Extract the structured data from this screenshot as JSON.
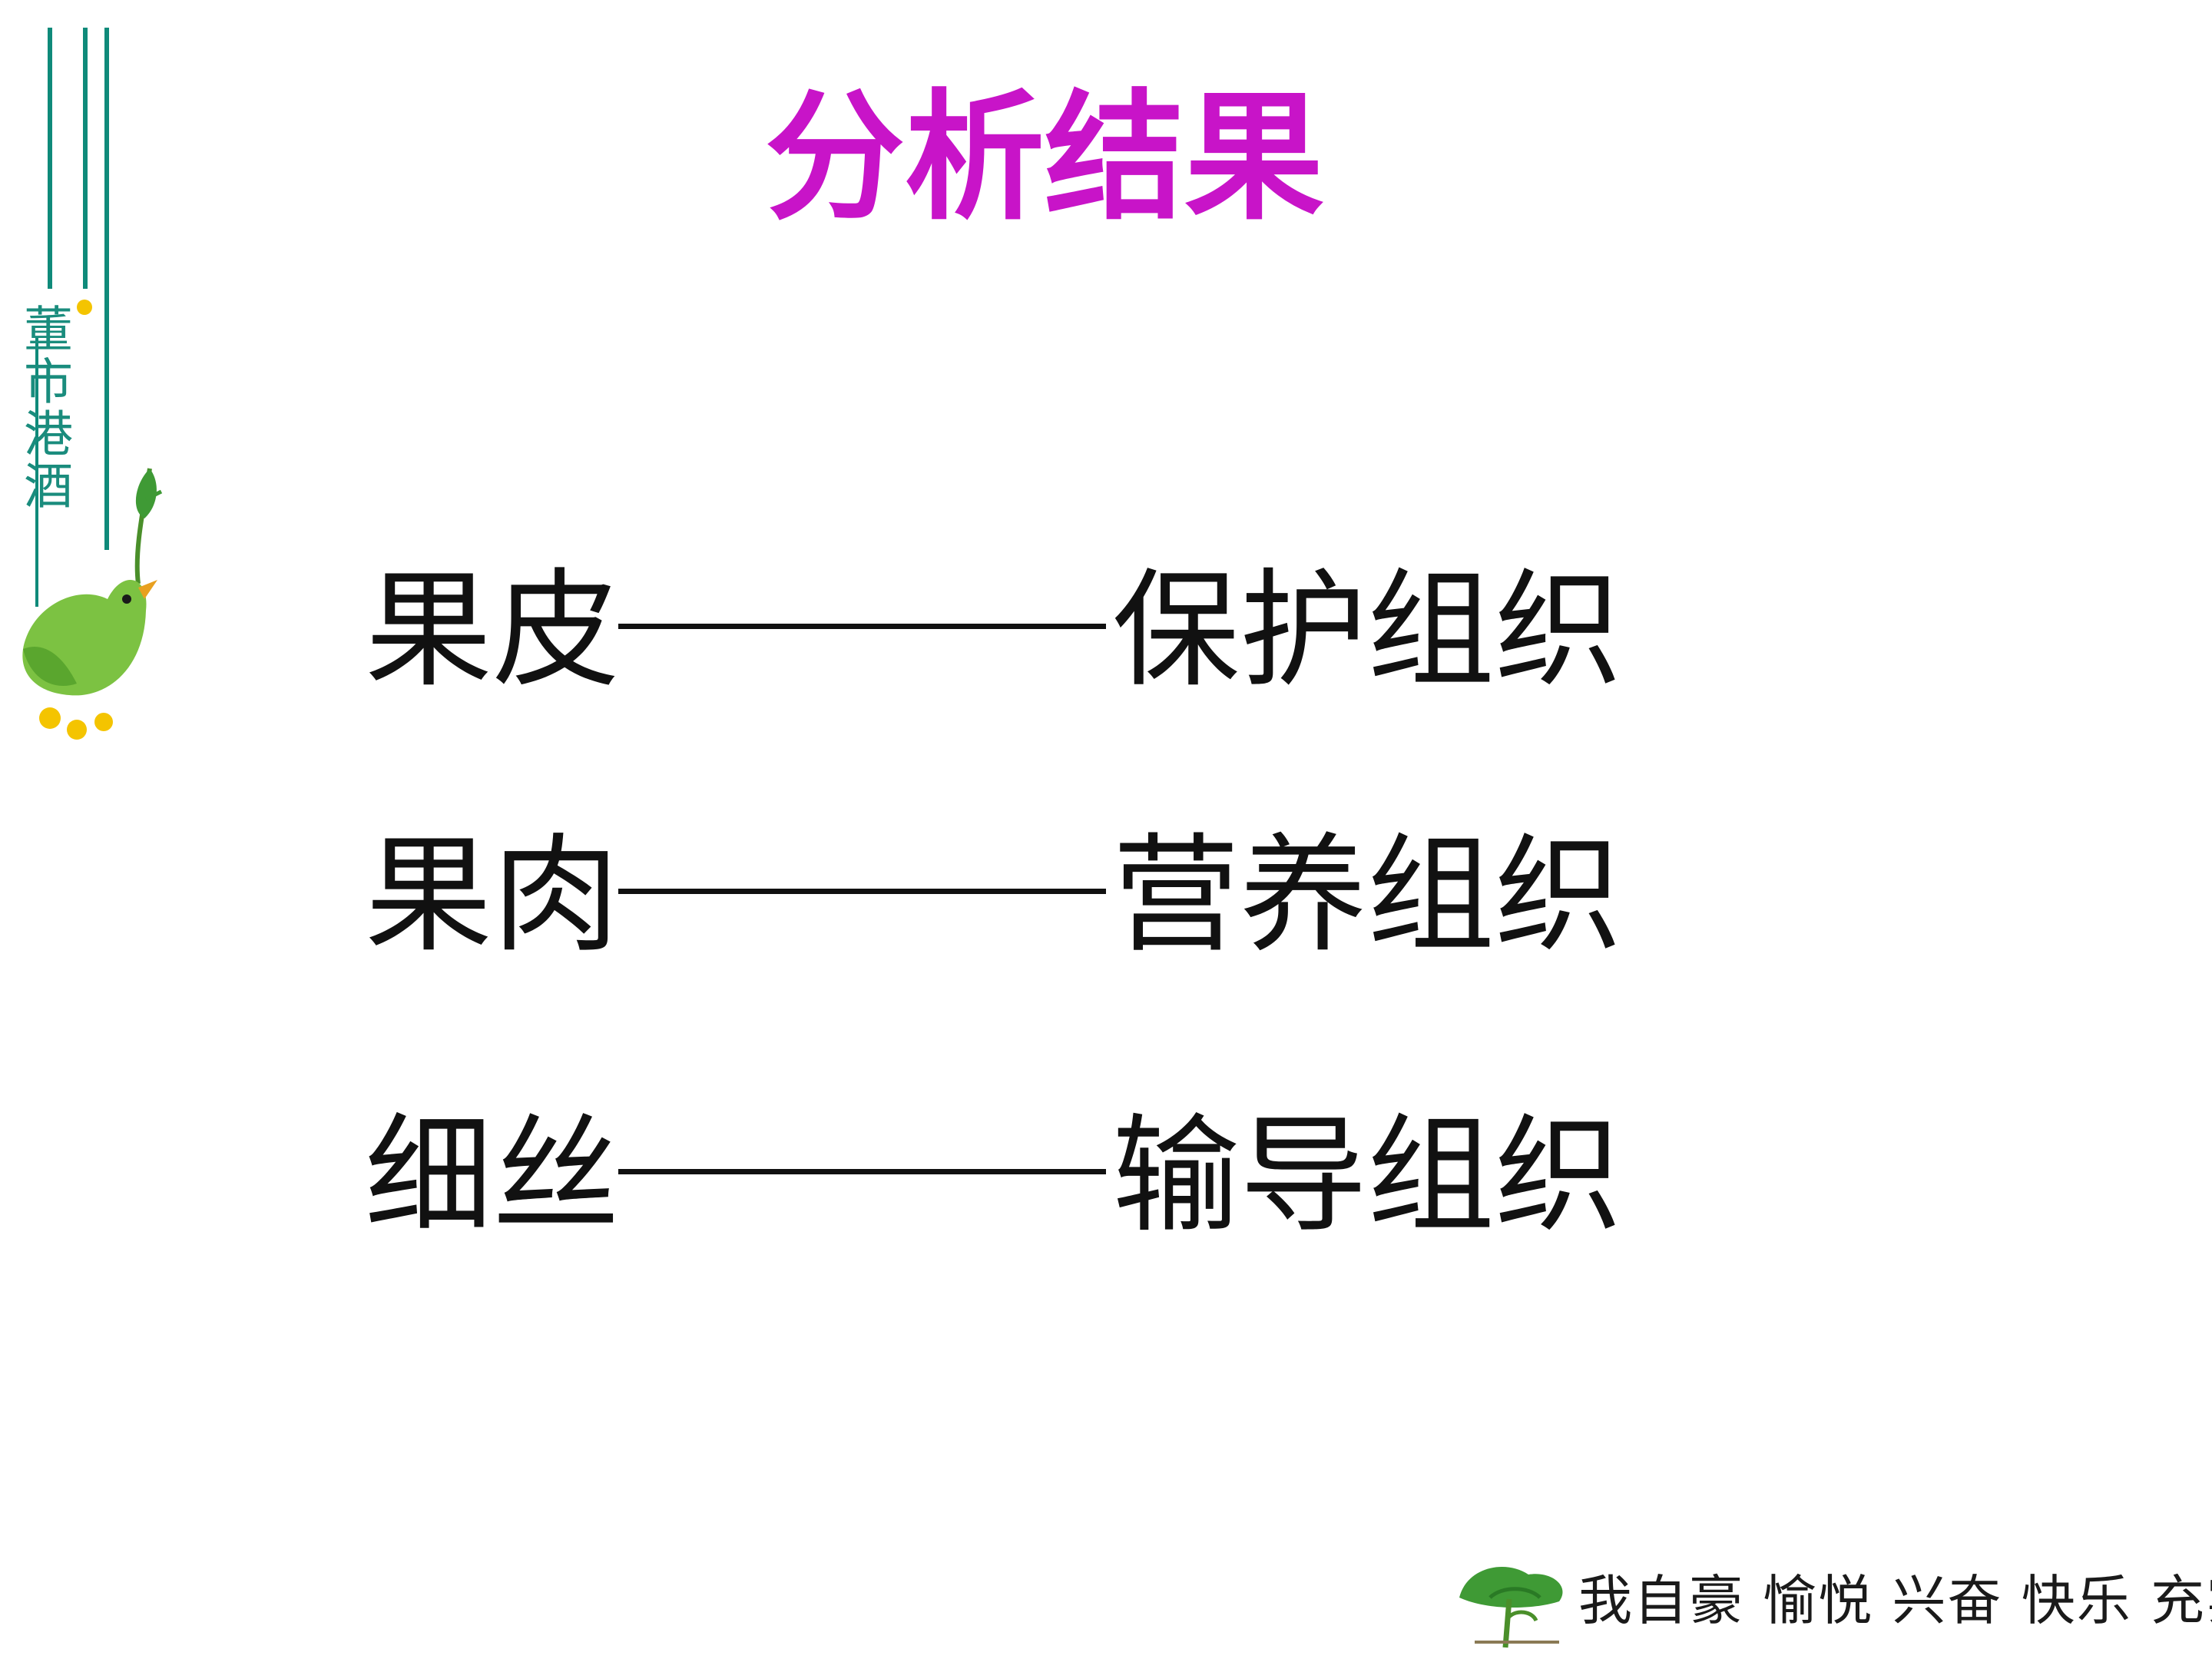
{
  "sidebar": {
    "vertical_text": "董市港酒"
  },
  "title": "分析结果",
  "rows": [
    {
      "left": "果皮",
      "right": "保护组织"
    },
    {
      "left": "果肉",
      "right": "营养组织"
    },
    {
      "left": "细丝",
      "right": "输导组织"
    }
  ],
  "footer": {
    "slogan": "我自豪 愉悦 兴奋 快乐 充实"
  },
  "colors": {
    "title": "#c814c8",
    "accent": "#0f8a7a",
    "bird": "#7cc242",
    "text": "#111111"
  }
}
